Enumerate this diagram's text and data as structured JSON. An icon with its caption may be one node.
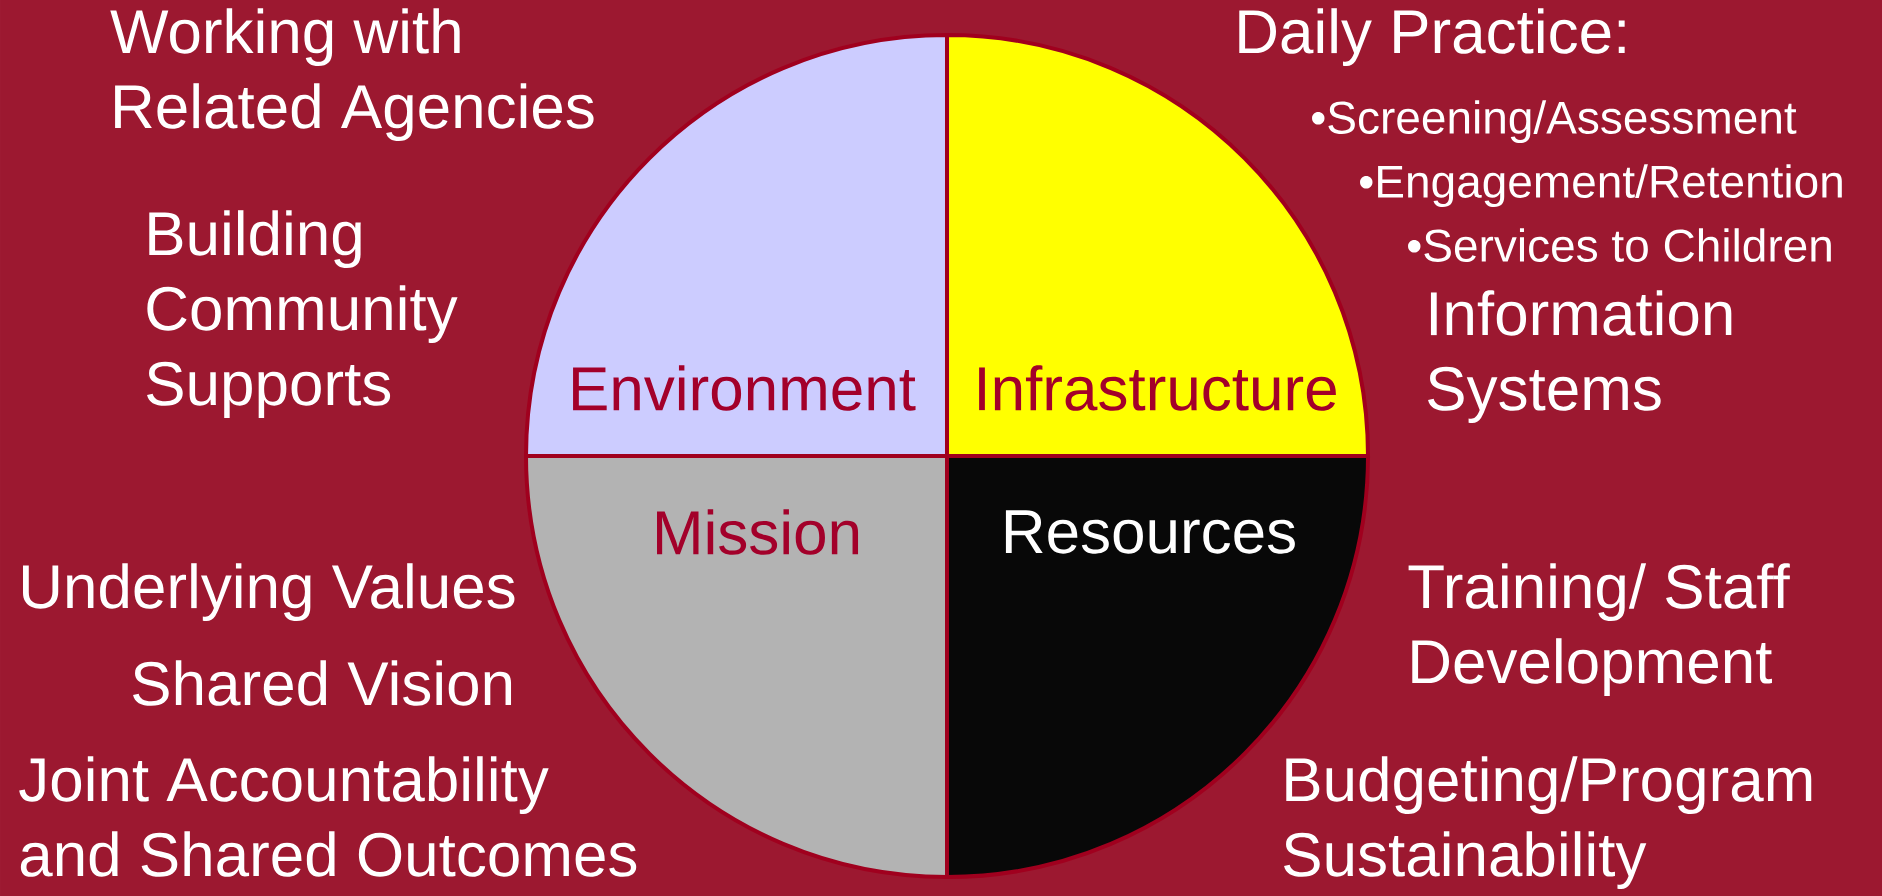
{
  "diagram": {
    "nodes": [
      {
        "text": [
          "Environment"
        ]
      },
      {
        "text": [
          "Infrastructure"
        ]
      },
      {
        "text": [
          "Mission"
        ]
      },
      {
        "text": [
          "Resources"
        ]
      }
    ],
    "labels": [
      "Working with Related Agencies",
      "Daily Practice:",
      "•Screening/Assessment",
      "•Engagement/Retention",
      "•Services to Children",
      "Building Community Supports",
      "Information Systems",
      "Underlying Values",
      "Training/ Staff Development",
      "Shared Vision",
      "Joint Accountability and Shared Outcomes",
      "Budgeting/Program Sustainability"
    ]
  }
}
